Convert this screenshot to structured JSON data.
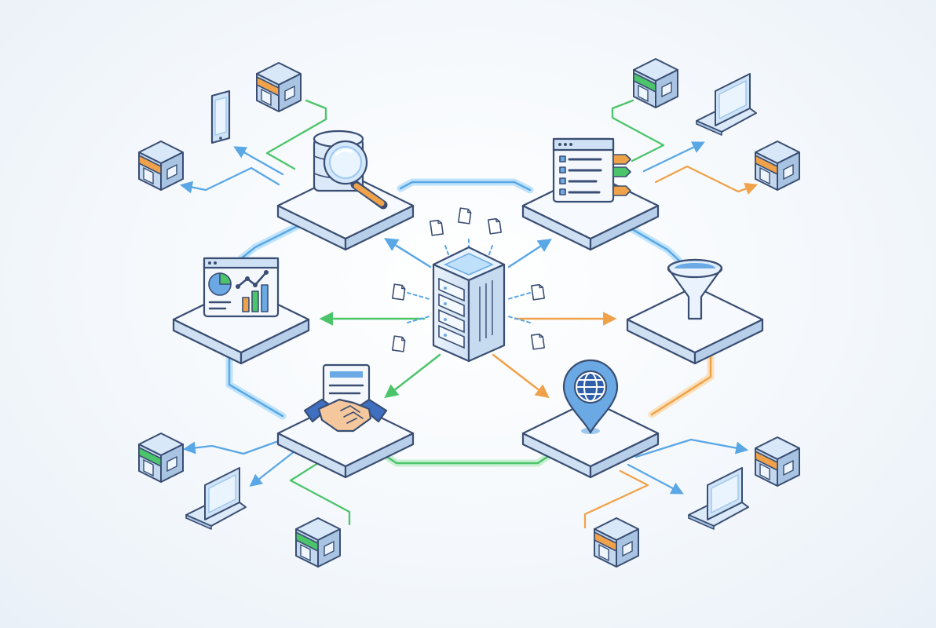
{
  "colors": {
    "blue": "#5aa7e6",
    "green": "#4cc46a",
    "orange": "#f0a24a",
    "outline": "#3a4e73",
    "platform_top": "#f6f9fd",
    "platform_side": "#cfe0f2",
    "glow": "#bfe3fb"
  },
  "diagram": {
    "center": {
      "icon": "server-rack-icon",
      "incoming": "document-icon"
    },
    "nodes": [
      {
        "id": "search",
        "icon": "database-search-icon"
      },
      {
        "id": "catalog",
        "icon": "tagged-listing-window-icon"
      },
      {
        "id": "analytics",
        "icon": "dashboard-chart-icon"
      },
      {
        "id": "filter",
        "icon": "funnel-icon"
      },
      {
        "id": "partnership",
        "icon": "handshake-contract-icon"
      },
      {
        "id": "location",
        "icon": "globe-location-pin-icon"
      }
    ],
    "endpoints": [
      {
        "id": "store-a",
        "icon": "store-icon"
      },
      {
        "id": "phone-a",
        "icon": "smartphone-icon"
      },
      {
        "id": "store-b",
        "icon": "store-icon"
      },
      {
        "id": "store-c",
        "icon": "store-icon"
      },
      {
        "id": "laptop-a",
        "icon": "laptop-icon"
      },
      {
        "id": "store-d",
        "icon": "store-icon"
      },
      {
        "id": "store-e",
        "icon": "store-icon"
      },
      {
        "id": "laptop-b",
        "icon": "laptop-icon"
      },
      {
        "id": "store-f",
        "icon": "store-icon"
      },
      {
        "id": "store-g",
        "icon": "store-icon"
      },
      {
        "id": "laptop-c",
        "icon": "laptop-icon"
      },
      {
        "id": "store-h",
        "icon": "store-icon"
      }
    ]
  }
}
